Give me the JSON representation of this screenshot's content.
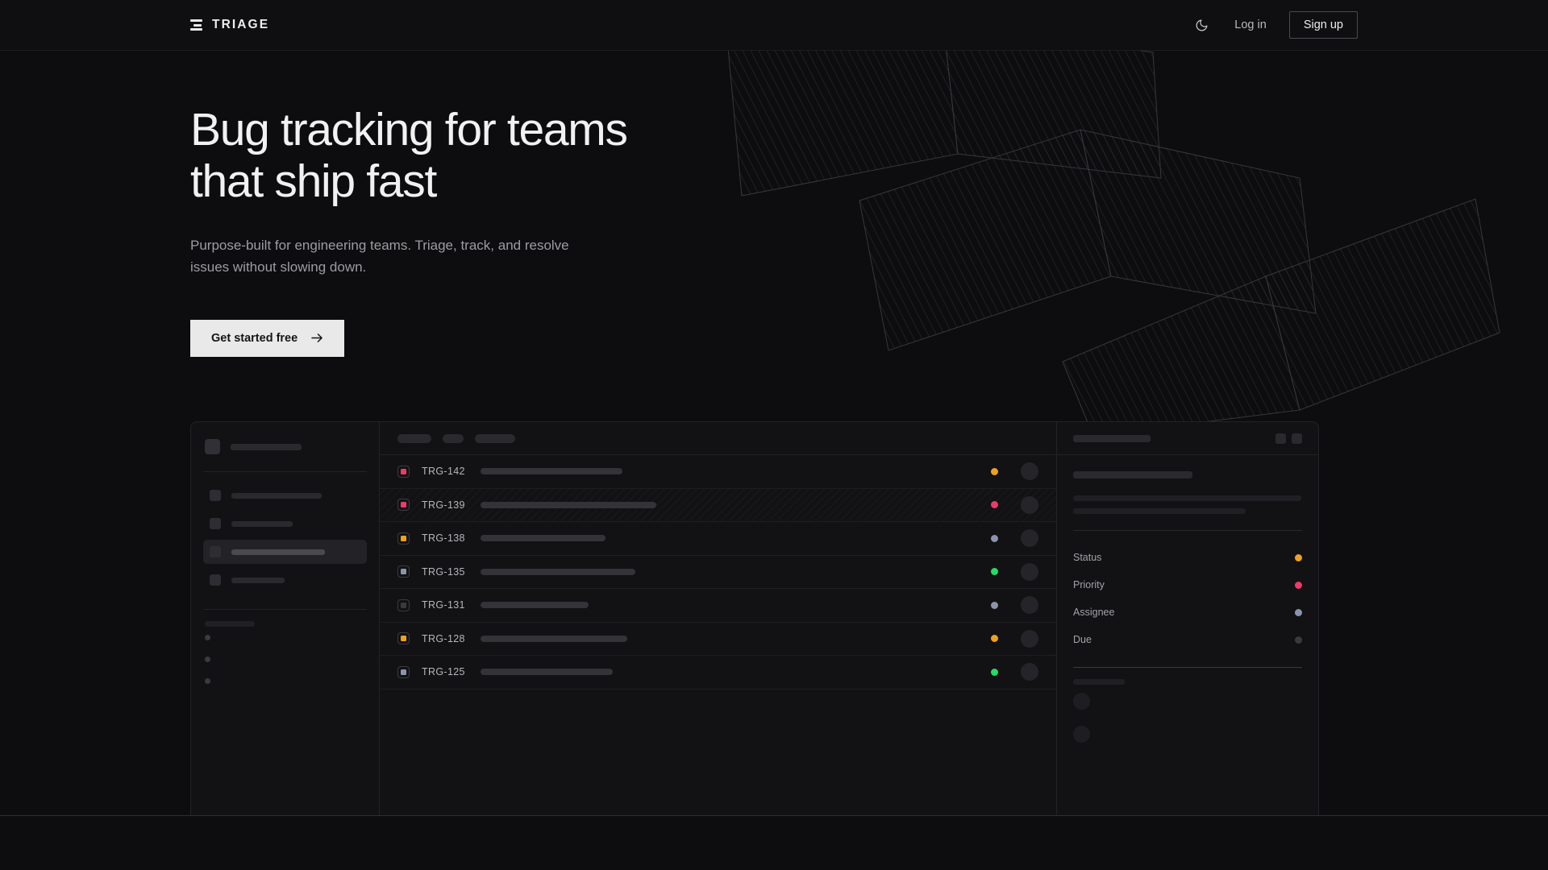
{
  "header": {
    "brand": "TRIAGE",
    "logo_icon": "stacked-bars-icon",
    "theme_toggle_icon": "moon-icon",
    "login_label": "Log in",
    "signup_label": "Sign up"
  },
  "hero": {
    "title": "Bug tracking for teams that ship fast",
    "title_line1": "Bug tracking for teams",
    "title_line2": "that ship fast",
    "subtitle": "Purpose-built for engineering teams. Triage, track, and resolve issues without slowing down.",
    "cta_label": "Get started free",
    "cta_icon": "arrow-right-icon"
  },
  "colors": {
    "page_bg": "#0d0d0f",
    "header_bg": "#0f0f11",
    "card_bg": "#121214",
    "border": "#232327",
    "text_primary": "#f1f1f1",
    "text_muted": "#9c9ca2",
    "cta_bg": "#e9e9e9",
    "status_orange": "#f0a020",
    "status_pink": "#f0386b",
    "status_blue_gray": "#8a95ab",
    "status_green": "#22dd66",
    "status_muted": "#3a3a3e"
  },
  "app": {
    "sidebar": {
      "workspace_icon": "workspace-square-icon",
      "nav_items": [
        {
          "name": "nav-item-1",
          "active": false,
          "width": 112
        },
        {
          "name": "nav-item-2",
          "active": false,
          "width": 76
        },
        {
          "name": "nav-item-3",
          "active": true,
          "width": 116
        },
        {
          "name": "nav-item-4",
          "active": false,
          "width": 66
        }
      ],
      "section_label_width": 62,
      "sub_items": [
        {
          "name": "sub-item-1"
        },
        {
          "name": "sub-item-2"
        },
        {
          "name": "sub-item-3"
        }
      ]
    },
    "list": {
      "toolbar_pills": [
        42,
        26,
        50
      ],
      "rows": [
        {
          "id": "TRG-142",
          "priority_color": "#f0386b",
          "status_color": "#f0a020",
          "title_width": 176,
          "selected": false
        },
        {
          "id": "TRG-139",
          "priority_color": "#f0386b",
          "status_color": "#f0386b",
          "title_width": 218,
          "selected": true
        },
        {
          "id": "TRG-138",
          "priority_color": "#f0a020",
          "status_color": "#8a95ab",
          "title_width": 155,
          "selected": false
        },
        {
          "id": "TRG-135",
          "priority_color": "#8a95ab",
          "status_color": "#22dd66",
          "title_width": 192,
          "selected": false
        },
        {
          "id": "TRG-131",
          "priority_color": "#3a3a3e",
          "status_color": "#8a95ab",
          "title_width": 134,
          "selected": false
        },
        {
          "id": "TRG-128",
          "priority_color": "#f0a020",
          "status_color": "#f0a020",
          "title_width": 182,
          "selected": false
        },
        {
          "id": "TRG-125",
          "priority_color": "#8a95ab",
          "status_color": "#22dd66",
          "title_width": 164,
          "selected": false
        }
      ]
    },
    "detail": {
      "title_skeleton_width": 96,
      "header_actions": [
        "detail-action-1",
        "detail-action-2"
      ],
      "body_lines": [
        148,
        283,
        214
      ],
      "meta": [
        {
          "label": "Status",
          "dot_color": "#f0a020"
        },
        {
          "label": "Priority",
          "dot_color": "#f0386b"
        },
        {
          "label": "Assignee",
          "dot_color": "#8a95ab"
        },
        {
          "label": "Due",
          "dot_color": "#3a3a3e"
        }
      ],
      "comments_label_width": 64,
      "comments": [
        "comment-1",
        "comment-2"
      ]
    }
  }
}
